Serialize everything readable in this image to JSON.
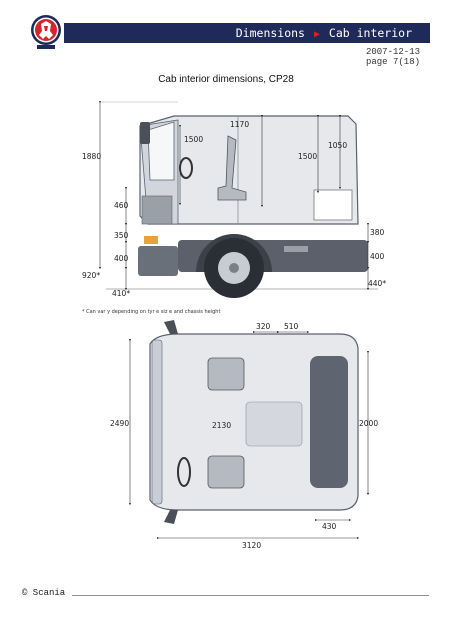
{
  "header": {
    "section": "Dimensions",
    "subsection": "Cab interior"
  },
  "meta": {
    "date": "2007-12-13",
    "page": "page 7(18)"
  },
  "figure": {
    "title": "Cab interior dimensions, CP28",
    "side_view": {
      "dims": [
        "1880",
        "1500",
        "1170",
        "1500",
        "1050",
        "460",
        "350",
        "400",
        "920*",
        "410*",
        "380",
        "400",
        "440*"
      ],
      "footnote": "* Can var   y depending on tyr   e siz e and chassis height"
    },
    "top_view": {
      "dims": [
        "320",
        "510",
        "2490",
        "2130",
        "2000",
        "430",
        "3120"
      ]
    }
  },
  "footer": {
    "copyright": "© Scania"
  },
  "colors": {
    "header_bar": "#1f2a5a",
    "accent_arrow": "#e0201b",
    "cab_body": "#e6e8ec",
    "cab_outline": "#5a6270",
    "chassis": "#5b606a"
  }
}
